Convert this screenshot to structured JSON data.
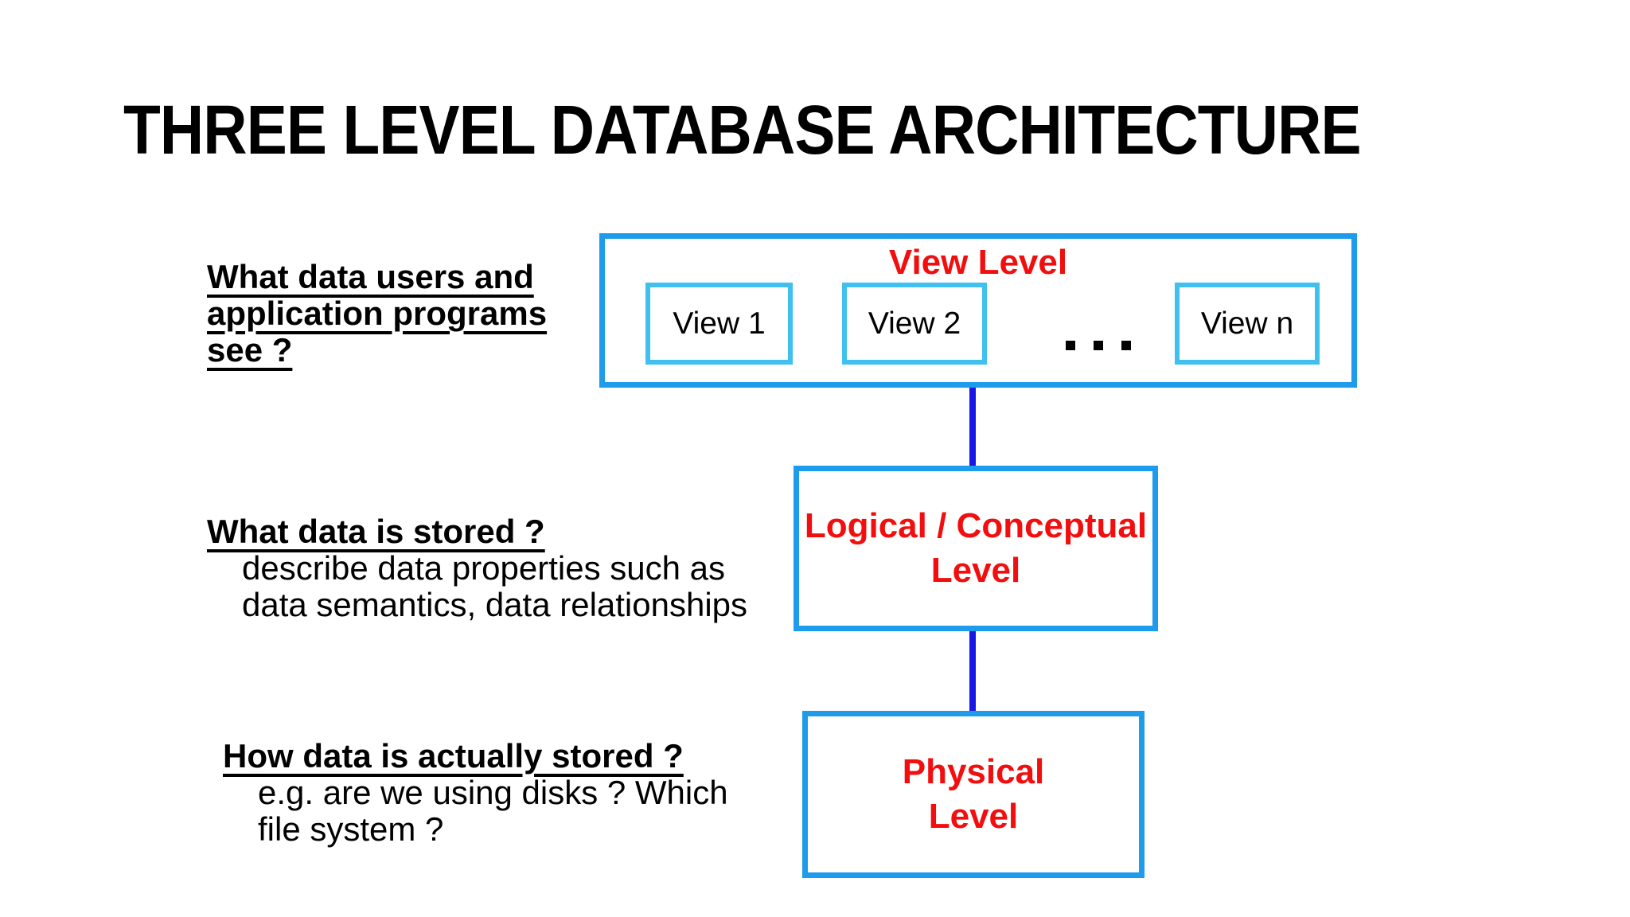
{
  "title": "THREE LEVEL DATABASE ARCHITECTURE",
  "questions": [
    {
      "heading": "What data users and application programs see ?",
      "details": []
    },
    {
      "heading": "What data is stored ?",
      "details": [
        "describe data properties such as",
        "data semantics, data relationships"
      ]
    },
    {
      "heading": "How data is actually stored ?",
      "details": [
        "e.g. are we using disks ? Which",
        "file system ?"
      ]
    }
  ],
  "diagram": {
    "view_level": {
      "title": "View Level",
      "views": [
        "View 1",
        "View 2",
        "View n"
      ],
      "ellipsis": "..."
    },
    "logical_level": {
      "lines": [
        "Logical / Conceptual",
        "Level"
      ]
    },
    "physical_level": {
      "lines": [
        "Physical",
        "Level"
      ]
    }
  },
  "colors": {
    "outer_border": "#1E9BEA",
    "inner_border": "#3FC0EF",
    "connector": "#1717E6",
    "level_label_red": "#F20E0E",
    "text_black": "#000000",
    "background": "#FFFFFF"
  }
}
